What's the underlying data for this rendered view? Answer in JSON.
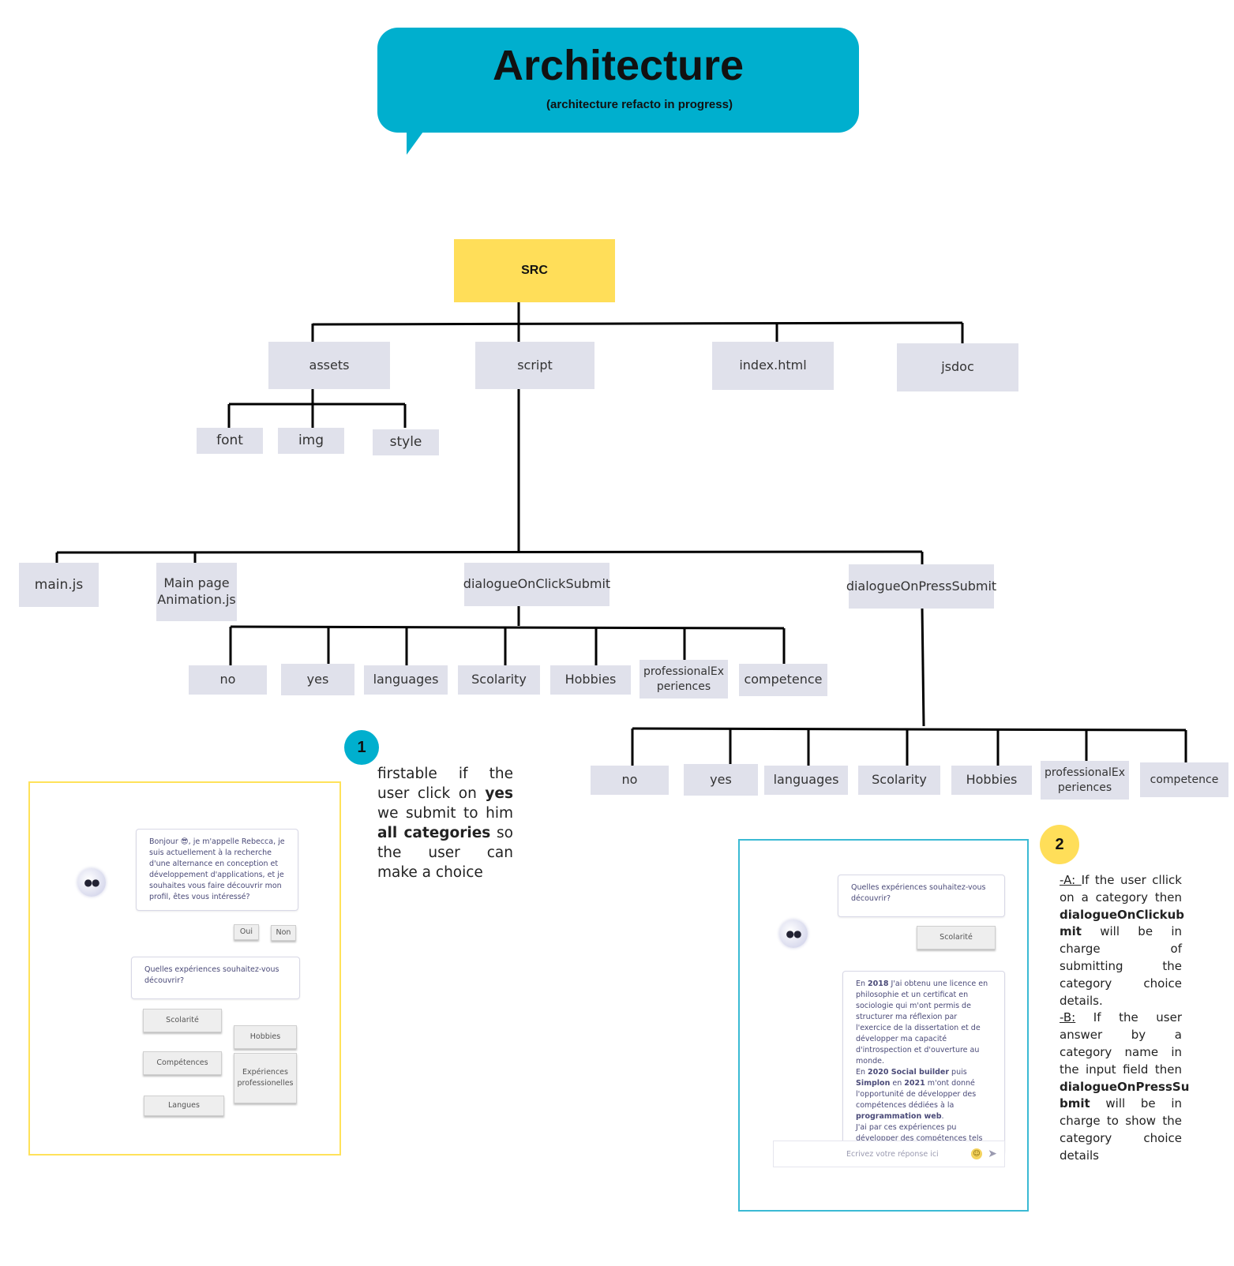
{
  "header": {
    "title": "Architecture",
    "subtitle": "(architecture refacto in progress)"
  },
  "tree": {
    "root": "SRC",
    "level1": [
      "assets",
      "script",
      "index.html",
      "jsdoc"
    ],
    "assets_children": [
      "font",
      "img",
      "style"
    ],
    "script_children": [
      "main.js",
      "Main page Animation.js",
      "dialogueOnClickSubmit",
      "dialogueOnPressSubmit"
    ],
    "click_children": [
      "no",
      "yes",
      "languages",
      "Scolarity",
      "Hobbies",
      "professionalEx periences",
      "competence"
    ],
    "press_children": [
      "no",
      "yes",
      "languages",
      "Scolarity",
      "Hobbies",
      "professionalEx periences",
      "competence"
    ]
  },
  "notes": {
    "badge1": "1",
    "badge2": "2",
    "note1": {
      "t1": "firstable if the user click on ",
      "b1": "yes",
      "t2": " we submit to him ",
      "b2": "all categories",
      "t3": " so the user can make a choice"
    },
    "note2": {
      "a_label": "-A: ",
      "a_text": "If the user cllick on a category then ",
      "a_bold": "dialogueOnClickub mit",
      "a_text2": " will be in charge of submitting the category choice details.",
      "b_label": "-B:",
      "b_text": " If the user answer by a category name in the input field then ",
      "b_bold": "dialogueOnPressSu bmit",
      "b_text2": " will be in charge to show the category choice details"
    }
  },
  "screenshot1": {
    "greeting": "Bonjour 😎, je m'appelle Rebecca, je suis actuellement à la recherche d'une alternance en conception et développement d'applications, et je souhaites vous faire découvrir mon profil, êtes vous intéressé?",
    "oui": "Oui",
    "non": "Non",
    "question": "Quelles expériences souhaitez-vous découvrir?",
    "choices": {
      "scolarite": "Scolarité",
      "hobbies": "Hobbies",
      "competences": "Compétences",
      "experiences": "Expériences professionelles",
      "langues": "Langues"
    }
  },
  "screenshot2": {
    "question": "Quelles expériences souhaitez-vous découvrir?",
    "selected": "Scolarité",
    "details": {
      "p1a": "En ",
      "y2018": "2018",
      "p1b": " J'ai obtenu une licence en philosophie et un certificat en sociologie qui m'ont permis de structurer ma réflexion par l'exercice de la dissertation et de développer ma capacité d'introspection et d'ouverture au monde.",
      "p2a": "En ",
      "sb": "2020 Social builder",
      "p2b": " puis ",
      "simplon": "Simplon",
      "p2c": " en ",
      "y2021": "2021",
      "p2d": " m'ont donné l'opportunité de développer des compétences dédiées à la ",
      "prog": "programmation web",
      "p2e": ".",
      "p3": "J'ai par ces expériences pu développer des compétences tels que entre autres le maquettage d'une application, la"
    },
    "input_placeholder": "Ecrivez votre réponse ici",
    "emoji_icon": "smiley-icon",
    "send_icon": "send-icon"
  },
  "colors": {
    "bubble": "#00afce",
    "root": "#ffde59",
    "node": "#e0e1eb",
    "frame1": "#ffe25a",
    "frame2": "#3bbad4"
  }
}
